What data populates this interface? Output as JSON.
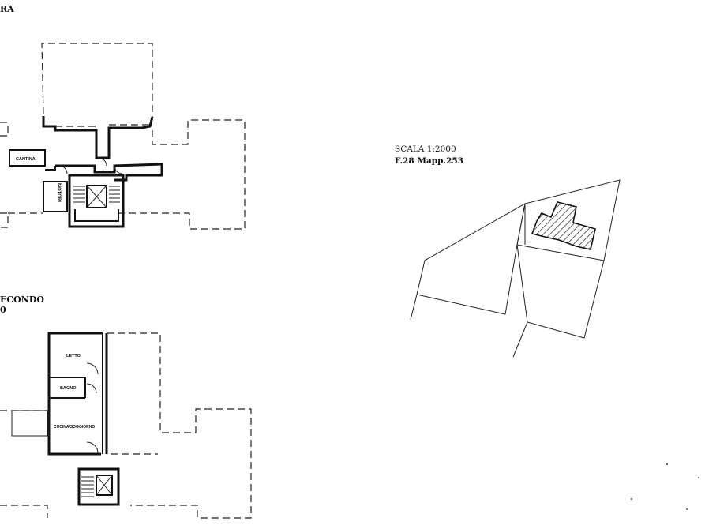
{
  "floor1": {
    "title_fragment": "RA"
  },
  "floor2": {
    "title_line1": "ECONDO",
    "title_line2": "0"
  },
  "rooms": {
    "cantina": "CANTINA",
    "motori": "MOTORI",
    "letto": "LETTO",
    "bagno": "BAGNO",
    "cucina": "CUCINA/SOGGIORNO"
  },
  "site": {
    "scale": "SCALA 1:2000",
    "ref": "F.28 Mapp.253"
  }
}
